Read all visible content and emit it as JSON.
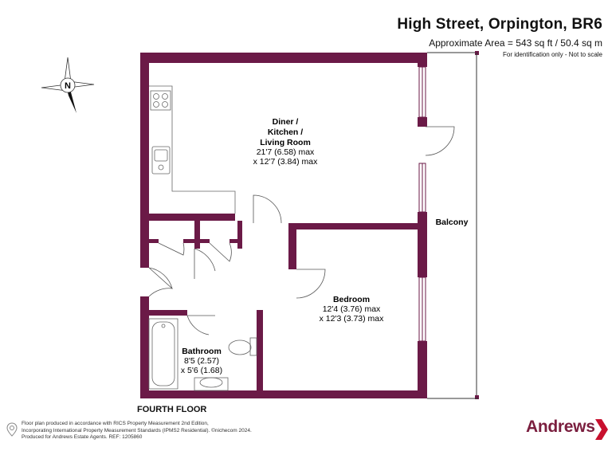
{
  "header": {
    "title": "High Street, Orpington, BR6",
    "area": "Approximate Area = 543 sq ft / 50.4 sq m",
    "note": "For identification only - Not to scale"
  },
  "compass": {
    "label": "N"
  },
  "rooms": {
    "living": {
      "name_lines": [
        "Diner /",
        "Kitchen /",
        "Living Room"
      ],
      "dim1": "21'7 (6.58) max",
      "dim2": "x 12'7 (3.84) max"
    },
    "bedroom": {
      "name": "Bedroom",
      "dim1": "12'4 (3.76) max",
      "dim2": "x 12'3 (3.73) max"
    },
    "bathroom": {
      "name": "Bathroom",
      "dim1": "8'5 (2.57)",
      "dim2": "x 5'6 (1.68)"
    },
    "balcony": {
      "name": "Balcony"
    }
  },
  "floor_label": "FOURTH FLOOR",
  "footer": {
    "line1": "Floor plan produced in accordance with RICS Property Measurement 2nd Edition,",
    "line2": "Incorporating International Property Measurement Standards (IPMS2 Residential).  ©nichecom 2024.",
    "line3": "Produced for Andrews Estate Agents.   REF: 1205860"
  },
  "brand": {
    "name": "Andrews"
  },
  "colors": {
    "wall": "#6b1a47",
    "brand": "#7a1e3e",
    "brand_mark": "#c8102e"
  }
}
